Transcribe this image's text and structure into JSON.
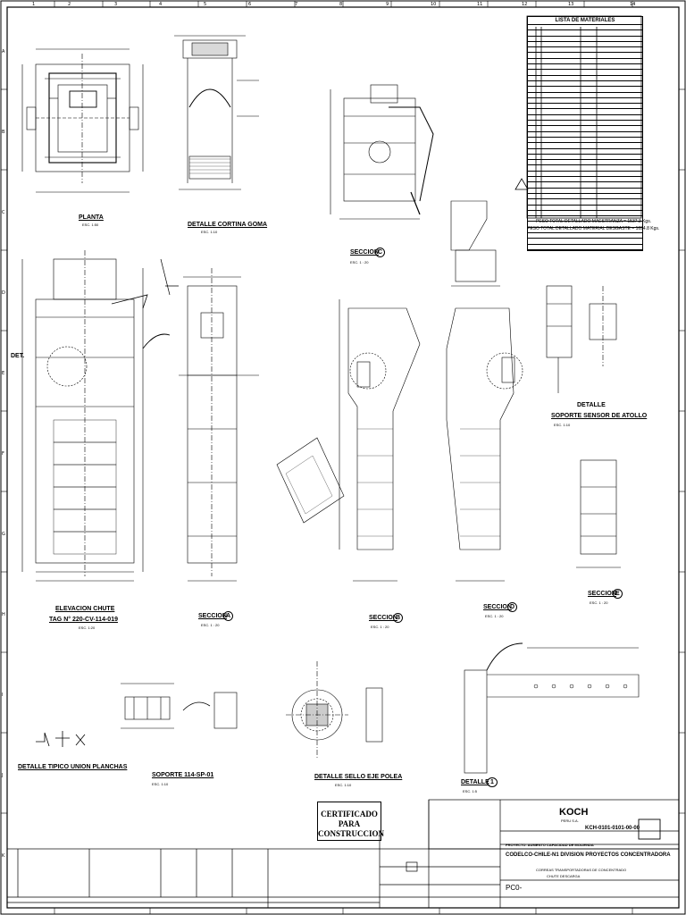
{
  "sheet": {
    "grid_top": [
      "1",
      "2",
      "3",
      "4",
      "5",
      "6",
      "7",
      "8",
      "9",
      "10",
      "11",
      "12",
      "13",
      "14"
    ],
    "grid_side": [
      "A",
      "B",
      "C",
      "D",
      "E",
      "F",
      "G",
      "H",
      "I",
      "J",
      "K"
    ]
  },
  "materials": {
    "title": "LISTA DE MATERIALES",
    "weight_structure": "PESO TOTAL DETALLADO MAESTRANZA = 1537.3 Kgs.",
    "weight_wear": "PESO TOTAL DETALLADO MATERIAL DESGASTE = 1694.8 Kgs."
  },
  "views": {
    "planta": {
      "title": "PLANTA",
      "scale": "ESC. 1:50"
    },
    "cortina": {
      "title": "DETALLE CORTINA GOMA",
      "scale": "ESC. 1:10"
    },
    "seccion_c": {
      "title": "SECCION",
      "letter": "C",
      "scale": "ESC. 1 : 20"
    },
    "elevacion": {
      "title": "ELEVACION CHUTE",
      "tag": "TAG N° 220-CV-114-019",
      "scale": "ESC. 1:20"
    },
    "seccion_a": {
      "title": "SECCION",
      "letter": "A",
      "scale": "ESC. 1 : 20"
    },
    "seccion_b": {
      "title": "SECCION",
      "letter": "B",
      "scale": "ESC. 1 : 20"
    },
    "seccion_d": {
      "title": "SECCION",
      "letter": "D",
      "scale": "ESC. 1 : 20"
    },
    "sensor": {
      "title1": "DETALLE",
      "title2": "SOPORTE SENSOR DE ATOLLO",
      "scale": "ESC. 1:10"
    },
    "seccion_e": {
      "title": "SECCION",
      "letter": "E",
      "scale": "ESC. 1 : 20"
    },
    "union": {
      "title": "DETALLE TIPICO UNION PLANCHAS"
    },
    "soporte": {
      "title": "SOPORTE 114-SP-01",
      "scale": "ESC. 1:10"
    },
    "sello": {
      "title": "DETALLE SELLO EJE POLEA",
      "scale": "ESC. 1:10"
    },
    "det1": {
      "title": "DETALLE",
      "letter": "1",
      "scale": "ESC. 1:5"
    },
    "det_callout": "DET."
  },
  "stamp": {
    "line1": "CERTIFICADO PARA",
    "line2": "CONSTRUCCION"
  },
  "title_block": {
    "company": "KOCH",
    "company_sub": "PERU S.A.",
    "drawing_no": "KCH-0101-0101-00-00",
    "project_line": "PROYECTO: AUMENTO CAPACIDAD DE MOLIENDA",
    "client_line": "CODELCO-CHILE-N1 DIVISION PROYECTOS CONCENTRADORA",
    "desc1": "CORREAS TRANSPORTADORAS DE CONCENTRADO",
    "desc2": "CHUTE DESCARGA",
    "revision": "PC0-"
  }
}
